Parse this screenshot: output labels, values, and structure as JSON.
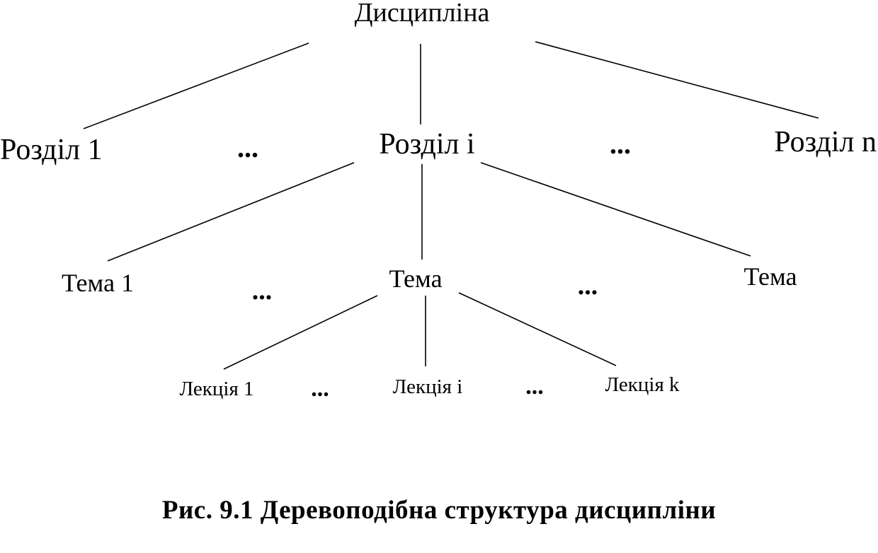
{
  "diagram": {
    "nodes": {
      "root": "Дисципліна",
      "section_1": "Розділ 1",
      "section_i": "Розділ і",
      "section_n": "Розділ n",
      "topic_1": "Тема 1",
      "topic_mid": "Тема",
      "topic_right": "Тема",
      "lecture_1": "Лекція 1",
      "lecture_i": "Лекція і",
      "lecture_k": "Лекція k"
    },
    "ellipsis": "..."
  },
  "caption": "Рис. 9.1 Деревоподібна структура дисципліни"
}
